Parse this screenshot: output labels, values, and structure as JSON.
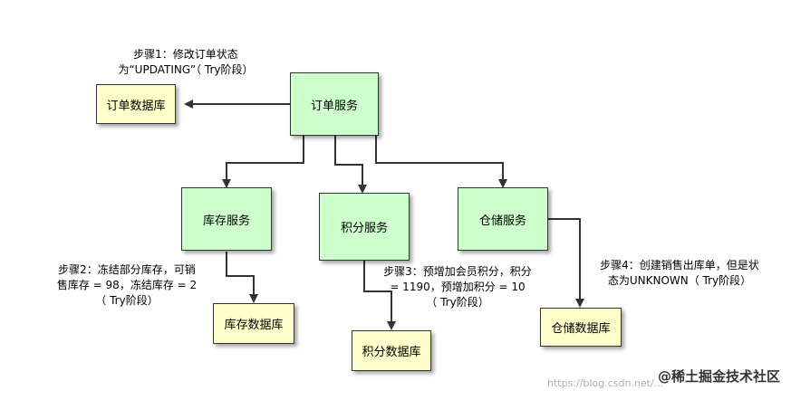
{
  "nodes": {
    "order_service": "订单服务",
    "order_db": "订单数据库",
    "inventory_service": "库存服务",
    "points_service": "积分服务",
    "warehouse_service": "仓储服务",
    "inventory_db": "库存数据库",
    "points_db": "积分数据库",
    "warehouse_db": "仓储数据库"
  },
  "notes": {
    "step1": [
      "步骤1：修改订单状态",
      "为“UPDATING”（ Try阶段）"
    ],
    "step2": [
      "步骤2：冻结部分库存，可销",
      "售库存 = 98，冻结库存 = 2",
      "（ Try阶段）"
    ],
    "step3": [
      "步骤3：预增加会员积分，积分",
      "= 1190，预增加积分 = 10",
      "（ Try阶段）"
    ],
    "step4": [
      "步骤4：创建销售出库单，但是状",
      "态为UNKNOWN（ Try阶段）"
    ]
  },
  "watermark": {
    "brand": "@稀土掘金技术社区",
    "url": "https://blog.csdn.net/..."
  },
  "colors": {
    "service_fill": "#ccffcc",
    "db_fill": "#ffffcc",
    "line": "#333333"
  }
}
